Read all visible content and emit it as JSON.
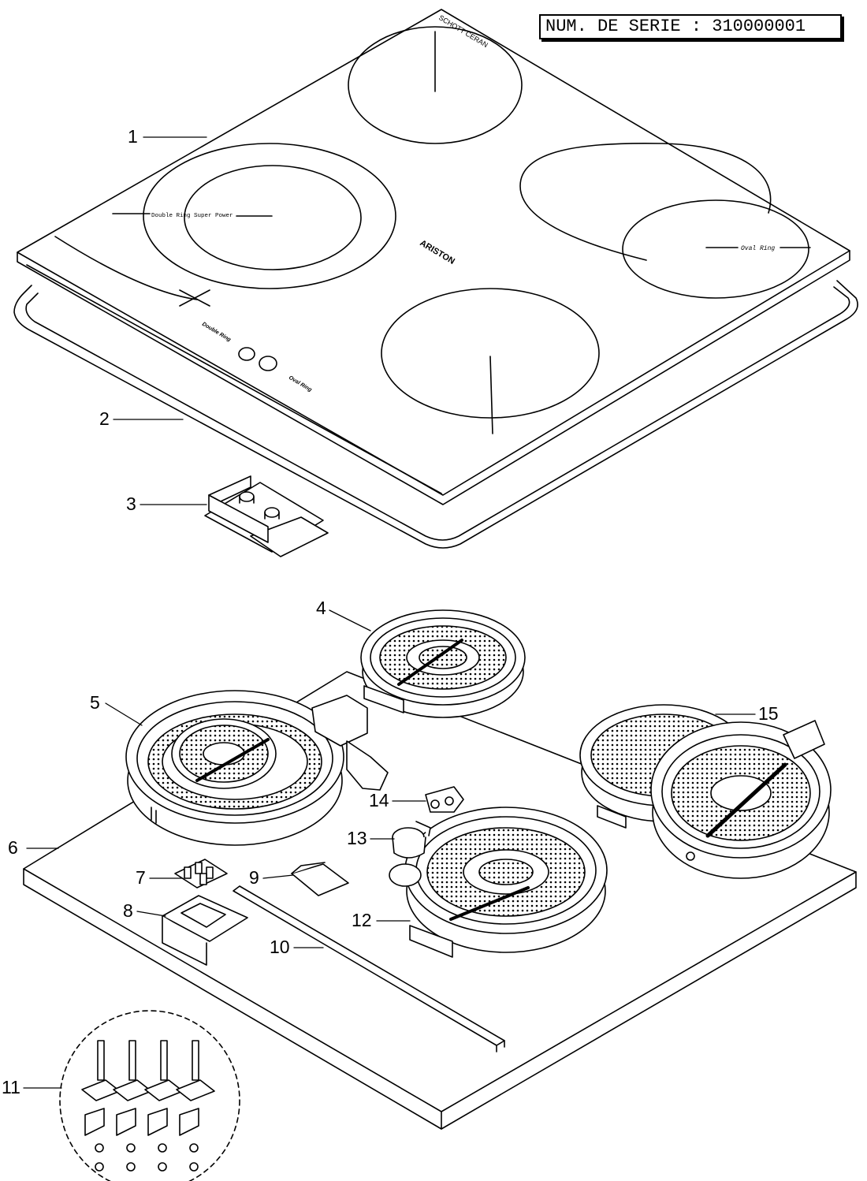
{
  "serial": {
    "label": "NUM. DE SERIE :",
    "value": "310000001"
  },
  "hob": {
    "logo_brand": "SCHOTT CERAN",
    "brand": "ARISTON",
    "zone_labels": {
      "double_ring": "Double Ring Super Power",
      "oval_ring": "Oval Ring"
    },
    "control_labels": {
      "double_ring": "Double Ring",
      "oval_ring": "Oval Ring"
    }
  },
  "callouts": [
    "1",
    "2",
    "3",
    "4",
    "5",
    "6",
    "7",
    "8",
    "9",
    "10",
    "11",
    "12",
    "13",
    "14",
    "15"
  ]
}
